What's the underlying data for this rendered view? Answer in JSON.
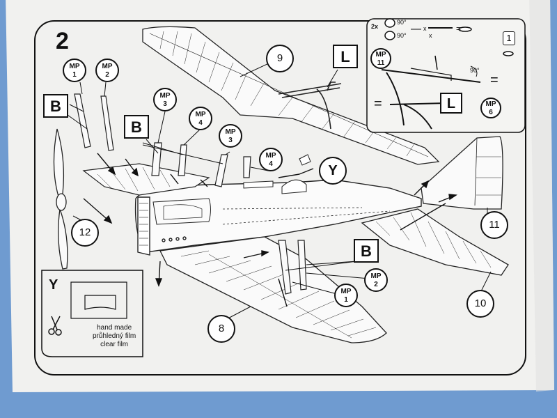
{
  "step": {
    "number": "2"
  },
  "parts": {
    "p8": "8",
    "p9": "9",
    "p10": "10",
    "p11": "11",
    "p12": "12"
  },
  "mp_callouts": [
    {
      "prefix": "MP",
      "num": "1"
    },
    {
      "prefix": "MP",
      "num": "2"
    },
    {
      "prefix": "MP",
      "num": "3"
    },
    {
      "prefix": "MP",
      "num": "4"
    },
    {
      "prefix": "MP",
      "num": "3"
    },
    {
      "prefix": "MP",
      "num": "4"
    },
    {
      "prefix": "MP",
      "num": "2"
    },
    {
      "prefix": "MP",
      "num": "1"
    },
    {
      "prefix": "MP",
      "num": "11"
    },
    {
      "prefix": "MP",
      "num": "6"
    }
  ],
  "letters": {
    "B": "B",
    "L": "L",
    "Y": "Y"
  },
  "inset": {
    "tag": "1",
    "qty": "2x",
    "angle": "90°",
    "mark": "x",
    "equals": "="
  },
  "film_box": {
    "letter": "Y",
    "lines": [
      "hand made",
      "průhledný film",
      "clear film"
    ]
  },
  "icons": [
    "scissors-icon",
    "rotate-90-icon"
  ]
}
